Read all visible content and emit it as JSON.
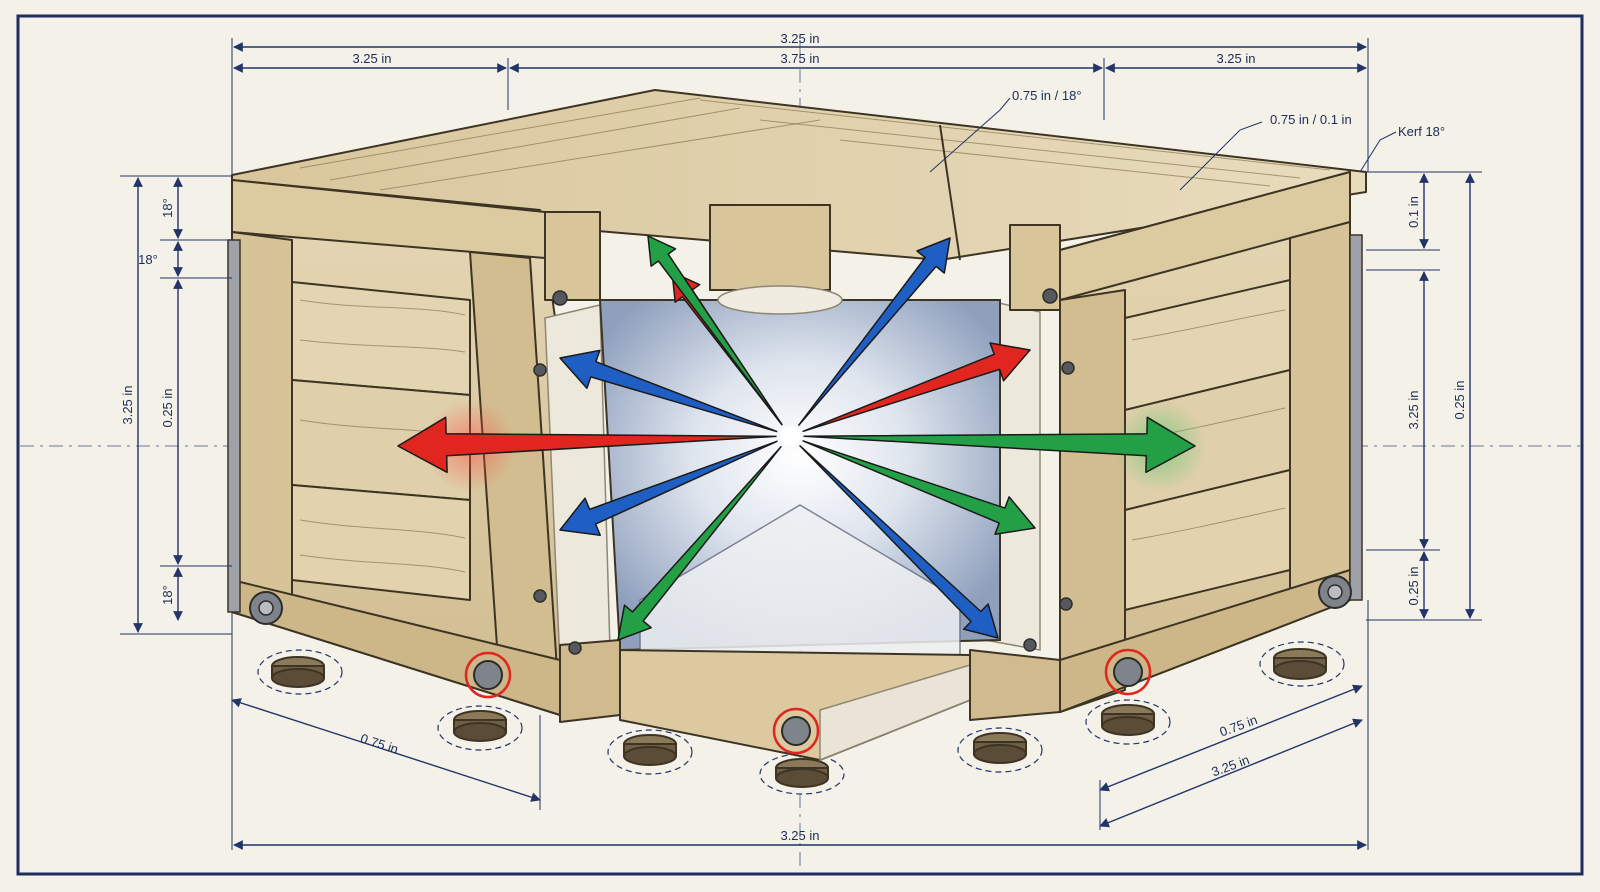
{
  "labels": {
    "top_overall": "3.25 in",
    "top_left": "3.25 in",
    "top_middle": "3.75 in",
    "top_right": "3.25 in",
    "callout_center": "0.75 in / 18°",
    "callout_right": "0.75 in / 0.1 in",
    "callout_far_right": "Kerf 18°",
    "left_outer_height": "3.25 in",
    "left_top_angle": "18°",
    "left_mid_angle": "18°",
    "left_inner_height": "0.25 in",
    "left_bottom_angle": "18°",
    "right_top_small": "0.1 in",
    "right_inner_height": "3.25 in",
    "right_outer_height": "0.25 in",
    "right_bottom_small": "0.25 in",
    "bottom_left_diag": "0.75 in",
    "bottom_right_diag_upper": "0.75 in",
    "bottom_right_diag_lower": "3.25 in",
    "bottom_overall": "3.25 in"
  },
  "colors": {
    "paper": "#f3f1e8",
    "border": "#1f2d5c",
    "dimension_ink": "#233468",
    "wood_light": "#e2d3b0",
    "wood_mid": "#cdb98e",
    "wood_dark": "#a78c5f",
    "insulation": "#ece8dc",
    "cavity": "#c9d3e3",
    "arrow_red": "#e0261f",
    "arrow_blue": "#1f5fc4",
    "arrow_green": "#23a046",
    "highlight_red": "#e0261f"
  },
  "icons": {
    "bolt": "hex-bolt-icon",
    "leveling_foot": "leveling-foot-icon"
  }
}
